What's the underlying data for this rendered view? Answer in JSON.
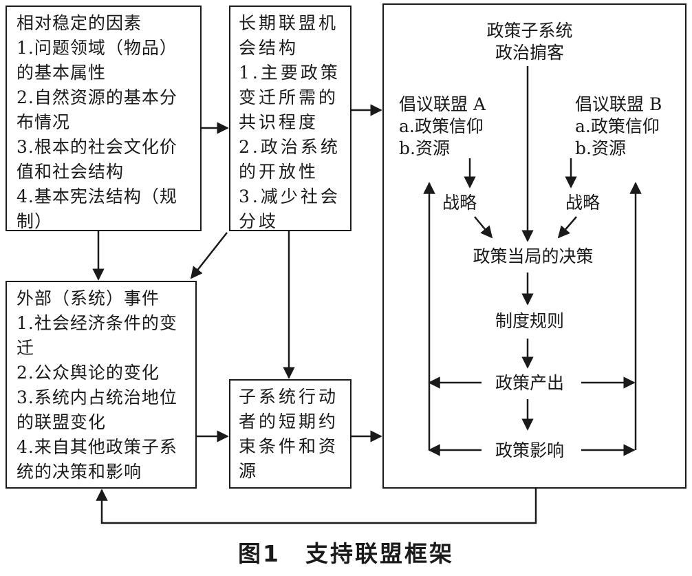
{
  "boxes": {
    "stable_factors": [
      "相对稳定的因素",
      "1.问题领域（物品）",
      "的基本属性",
      "2.自然资源的基本分",
      "布情况",
      "3.根本的社会文化价",
      "值和社会结构",
      "4.基本宪法结构（规",
      "制）"
    ],
    "coalition_structure": [
      "长期联盟机",
      "会结构",
      "1.主要政策",
      "变迁所需的",
      "共识程度",
      "2.政治系统",
      "的开放性",
      "3.减少社会",
      "分歧"
    ],
    "external_events": [
      "外部（系统）事件",
      "1.社会经济条件的变",
      "迁",
      "2.公众舆论的变化",
      "3.系统内占统治地位",
      "的联盟变化",
      "4.来自其他政策子系",
      "统的决策和影响"
    ],
    "short_term": [
      "子系统行动",
      "者的短期约",
      "束条件和资",
      "源"
    ]
  },
  "subsystem": {
    "title": "政策子系统",
    "broker": "政治掮客",
    "coalition_a": [
      "倡议联盟 A",
      "a.政策信仰",
      "b.资源"
    ],
    "coalition_b": [
      "倡议联盟 B",
      "a.政策信仰",
      "b.资源"
    ],
    "strategy_a": "战略",
    "strategy_b": "战略",
    "decision": "政策当局的决策",
    "rules": "制度规则",
    "output": "政策产出",
    "impact": "政策影响"
  },
  "caption": {
    "figure_no": "图1",
    "title": "支持联盟框架"
  }
}
